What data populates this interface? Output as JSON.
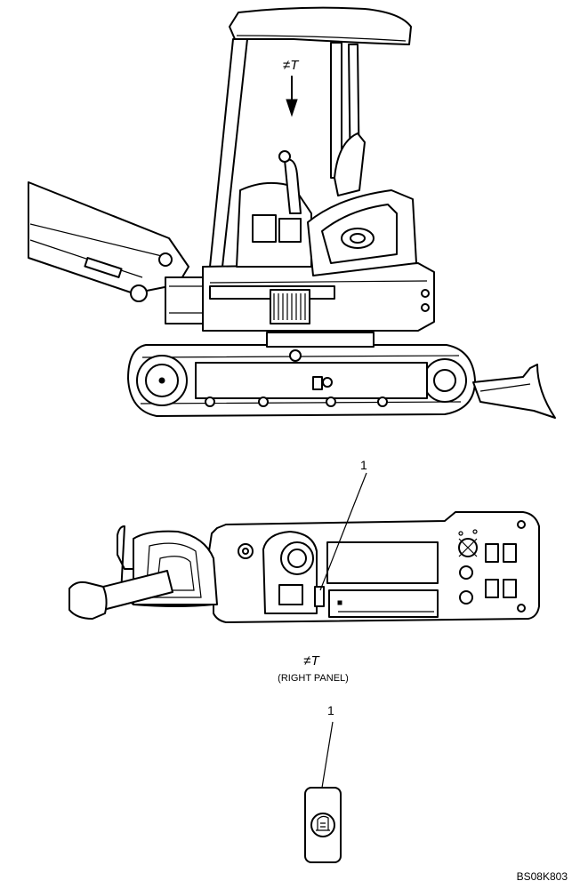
{
  "top_arrow_glyph": "≠T",
  "panel_glyph": "≠T",
  "panel_caption": "(RIGHT PANEL)",
  "callout_panel": "1",
  "callout_decal": "1",
  "drawing_code": "BS08K803"
}
